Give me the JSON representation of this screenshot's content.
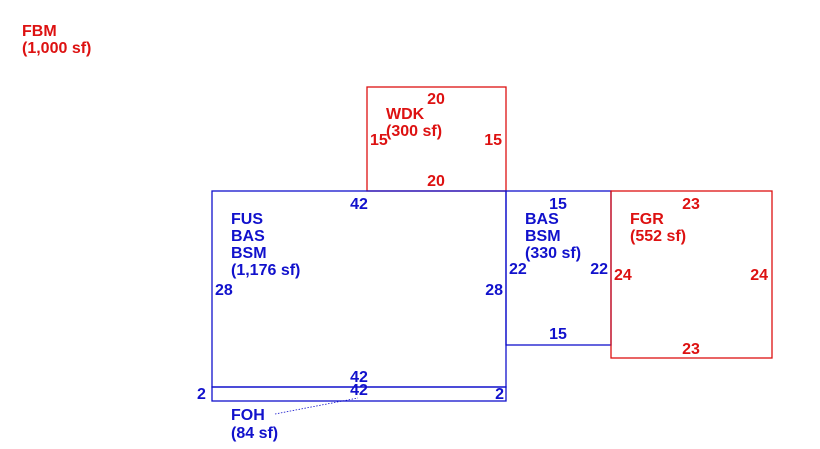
{
  "colors": {
    "red": "#dd1111",
    "blue": "#1111cc"
  },
  "corner_note": {
    "code": "FBM",
    "area": "(1,000 sf)"
  },
  "areas": [
    {
      "id": "wdk",
      "color": "red",
      "lines": [
        "WDK",
        "(300 sf)"
      ],
      "dims": {
        "top": "20",
        "bottom": "20",
        "left": "15",
        "right": "15"
      }
    },
    {
      "id": "fus",
      "color": "blue",
      "lines": [
        "FUS",
        "BAS",
        "BSM",
        "(1,176 sf)"
      ],
      "dims": {
        "top": "42",
        "bottom": "42",
        "left": "28",
        "right": "28"
      }
    },
    {
      "id": "bas",
      "color": "blue",
      "lines": [
        "BAS",
        "BSM",
        "(330 sf)"
      ],
      "dims": {
        "top": "15",
        "bottom": "15",
        "left": "22",
        "right": "22"
      }
    },
    {
      "id": "fgr",
      "color": "red",
      "lines": [
        "FGR",
        "(552 sf)"
      ],
      "dims": {
        "top": "23",
        "bottom": "23",
        "left": "24",
        "right": "24"
      }
    },
    {
      "id": "foh",
      "color": "blue",
      "lines": [
        "FOH",
        "(84 sf)"
      ],
      "dims": {
        "top": "42",
        "bottom": "42",
        "left": "2",
        "right": "2"
      }
    }
  ]
}
